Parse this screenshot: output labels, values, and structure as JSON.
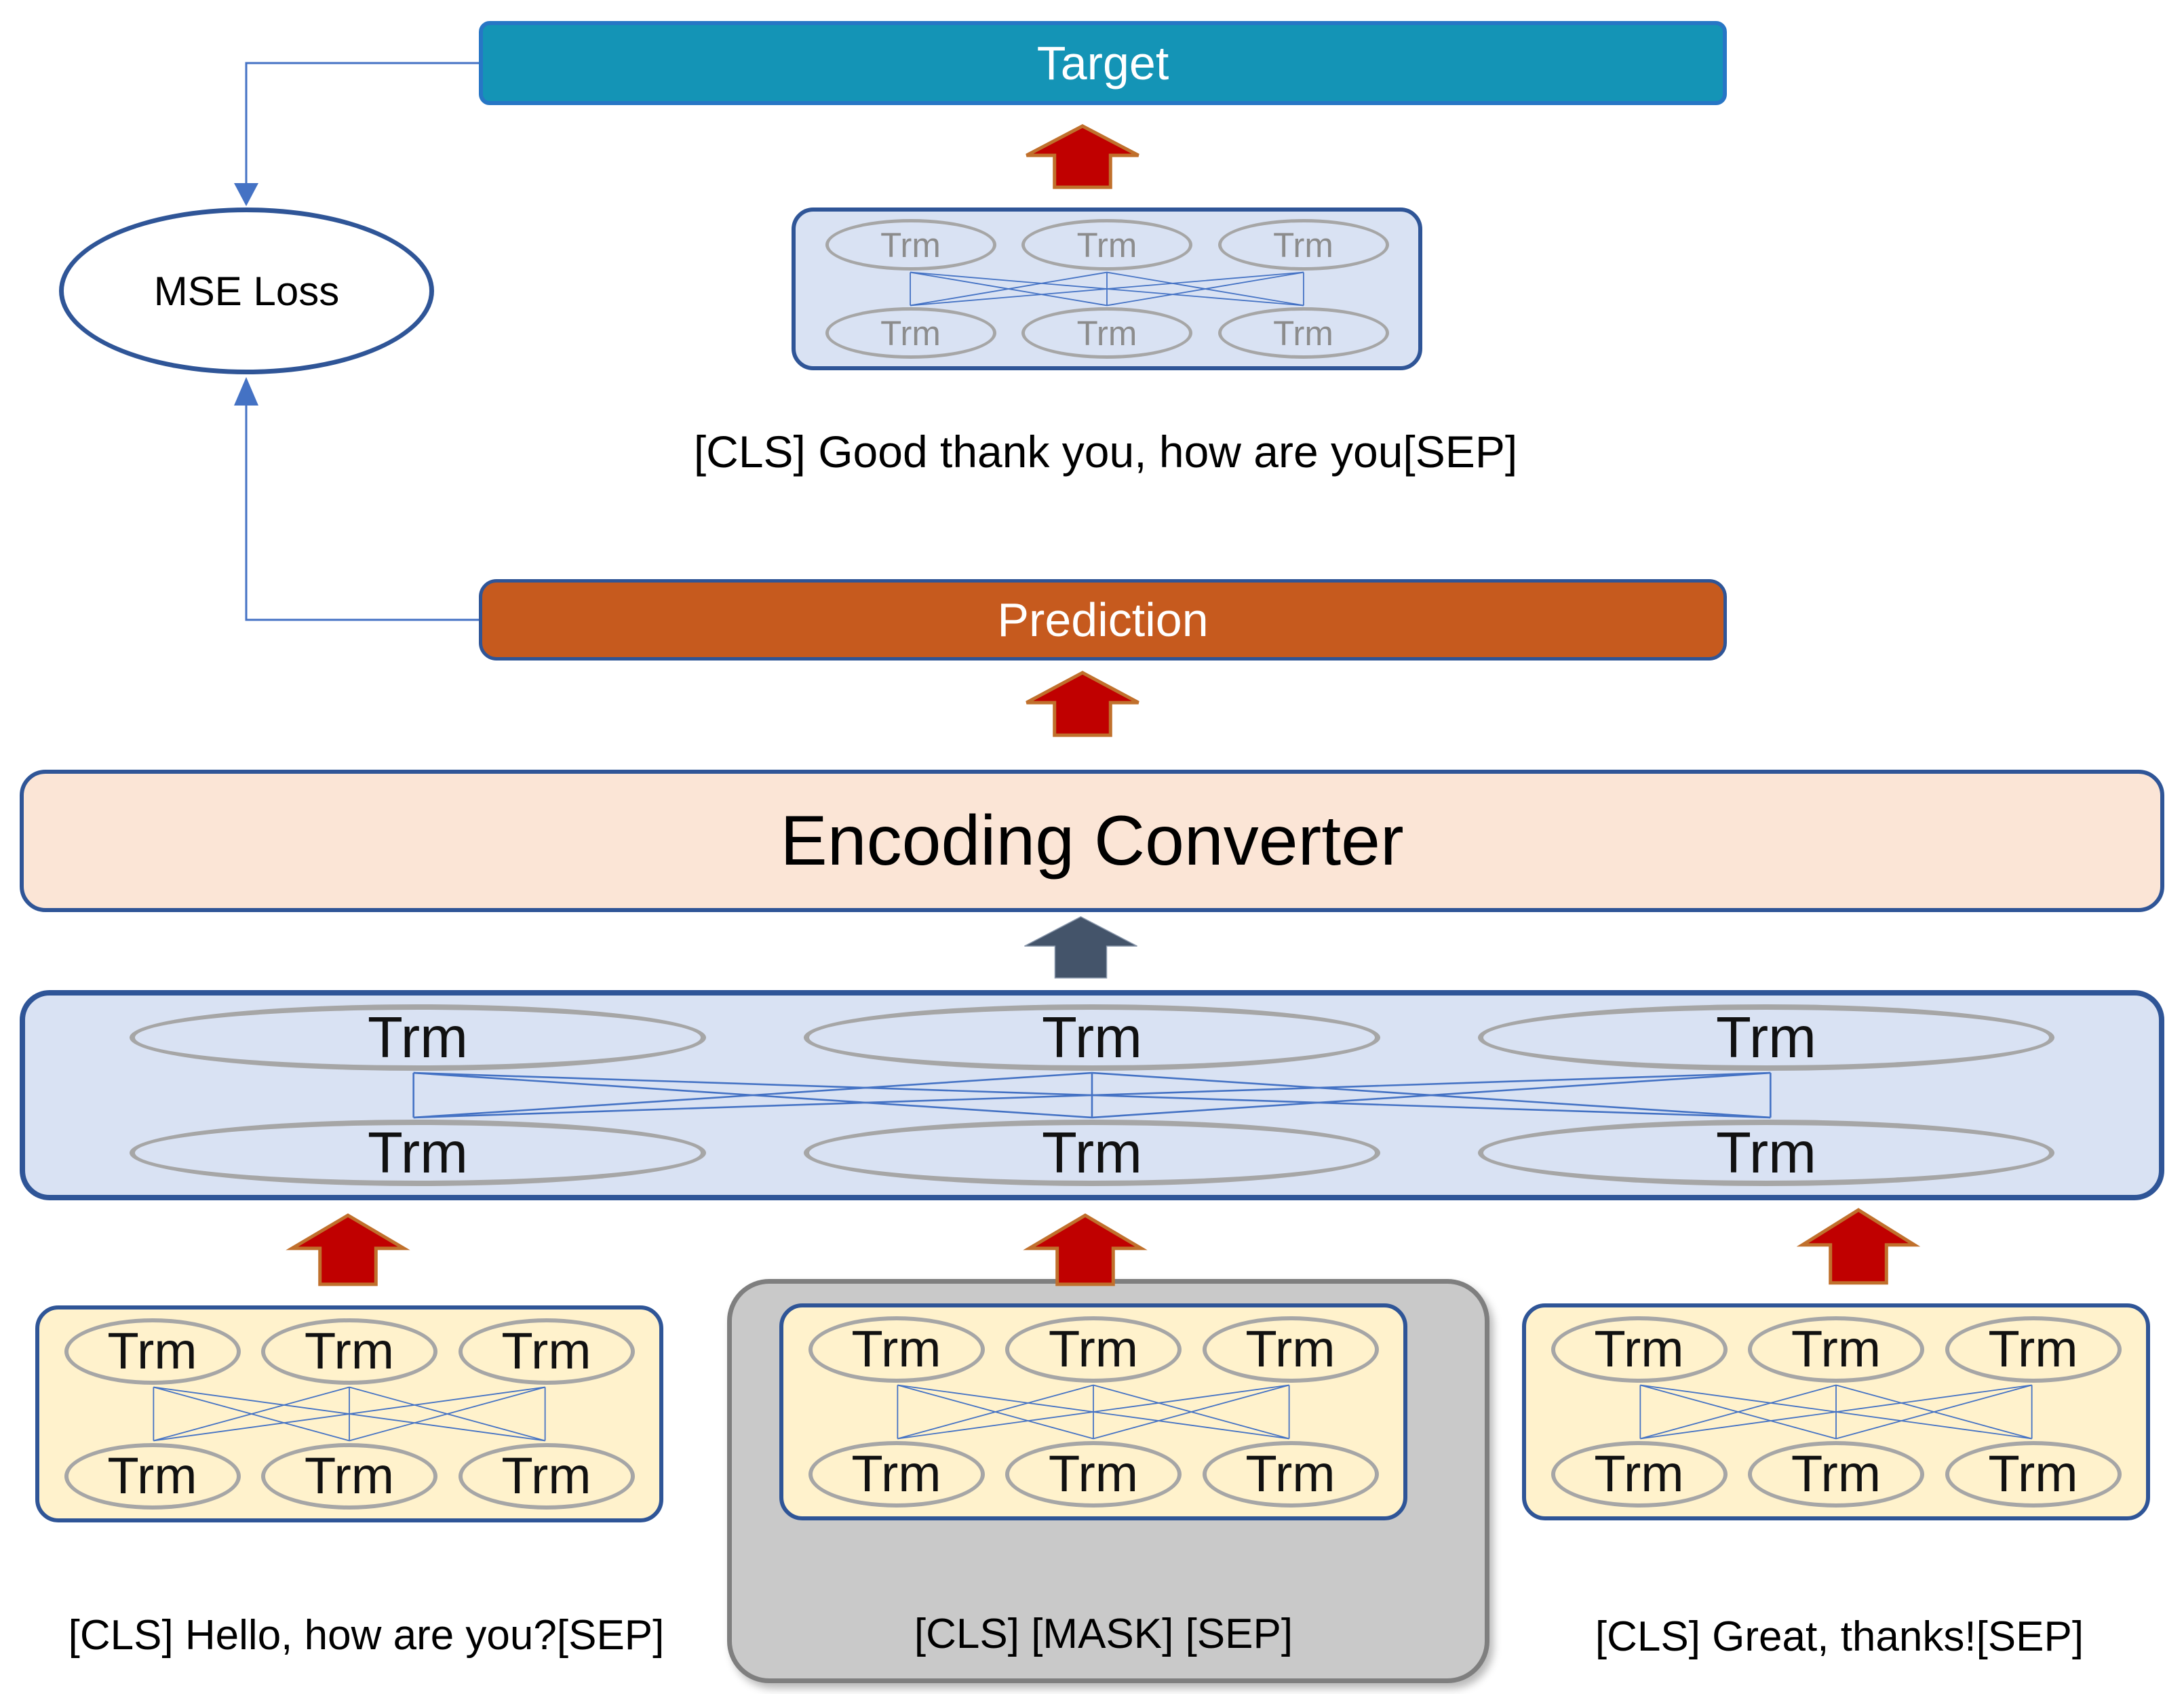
{
  "colors": {
    "teal": "#1494B6",
    "target_border": "#2776C5",
    "navy": "#2F5597",
    "orange": "#C65A1E",
    "peach": "#FBE5D6",
    "light_blue": "#D9E2F3",
    "cream": "#FFF2CC",
    "gray_fill": "#C9C9C9",
    "gray_border": "#7F7F7F",
    "red": "#C00000",
    "red_outline": "#C0702C",
    "slate": "#44546A",
    "slate_outline": "#8997AB",
    "line_blue": "#4472C4",
    "ellipse_gray": "#A6A6A6",
    "trm_gray": "#8C8C8C"
  },
  "labels": {
    "target": "Target",
    "prediction": "Prediction",
    "encoding_converter": "Encoding Converter",
    "mse_loss": "MSE Loss",
    "trm": "Trm"
  },
  "captions": {
    "target_sequence": "[CLS] Good thank you, how are you[SEP]",
    "input_left": "[CLS] Hello, how are you?[SEP]",
    "input_masked": "[CLS] [MASK] [SEP]",
    "input_right": "[CLS] Great, thanks![SEP]"
  }
}
